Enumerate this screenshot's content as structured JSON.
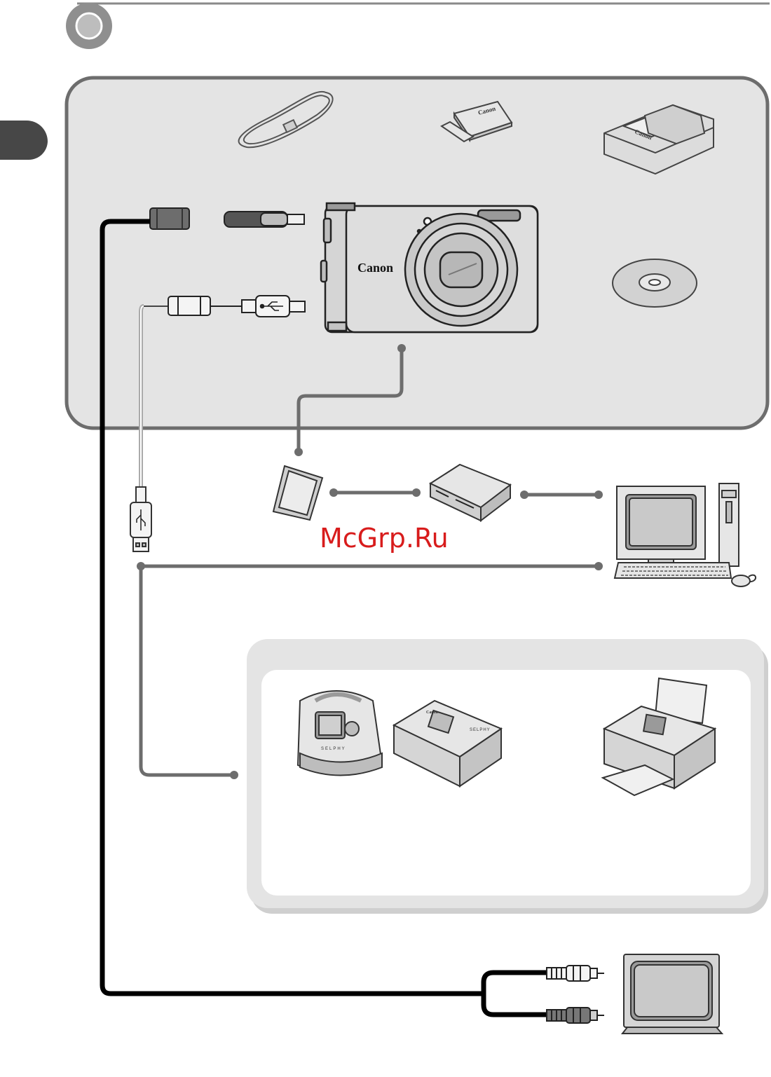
{
  "camera": {
    "brand": "Canon"
  },
  "battery": {
    "brand": "Canon"
  },
  "charger": {
    "brand": "Canon"
  },
  "photo_printer_compact": {
    "brand": "Canon",
    "model_mark": "SELPHY"
  },
  "photo_printer_portable": {
    "model_mark": "SELPHY"
  },
  "watermark": {
    "text": "McGrp.Ru"
  },
  "colors": {
    "panel_fill": "#e4e4e4",
    "panel_border": "#6d6d6d",
    "cable": "#000000",
    "connector_line": "#6d6d6d",
    "device_fill": "#d9d9d9",
    "watermark": "#d81c1c"
  },
  "icons": {
    "section_badge": "circle-badge-icon",
    "usb_symbol": "usb-icon",
    "disc": "cd-rom-icon"
  }
}
